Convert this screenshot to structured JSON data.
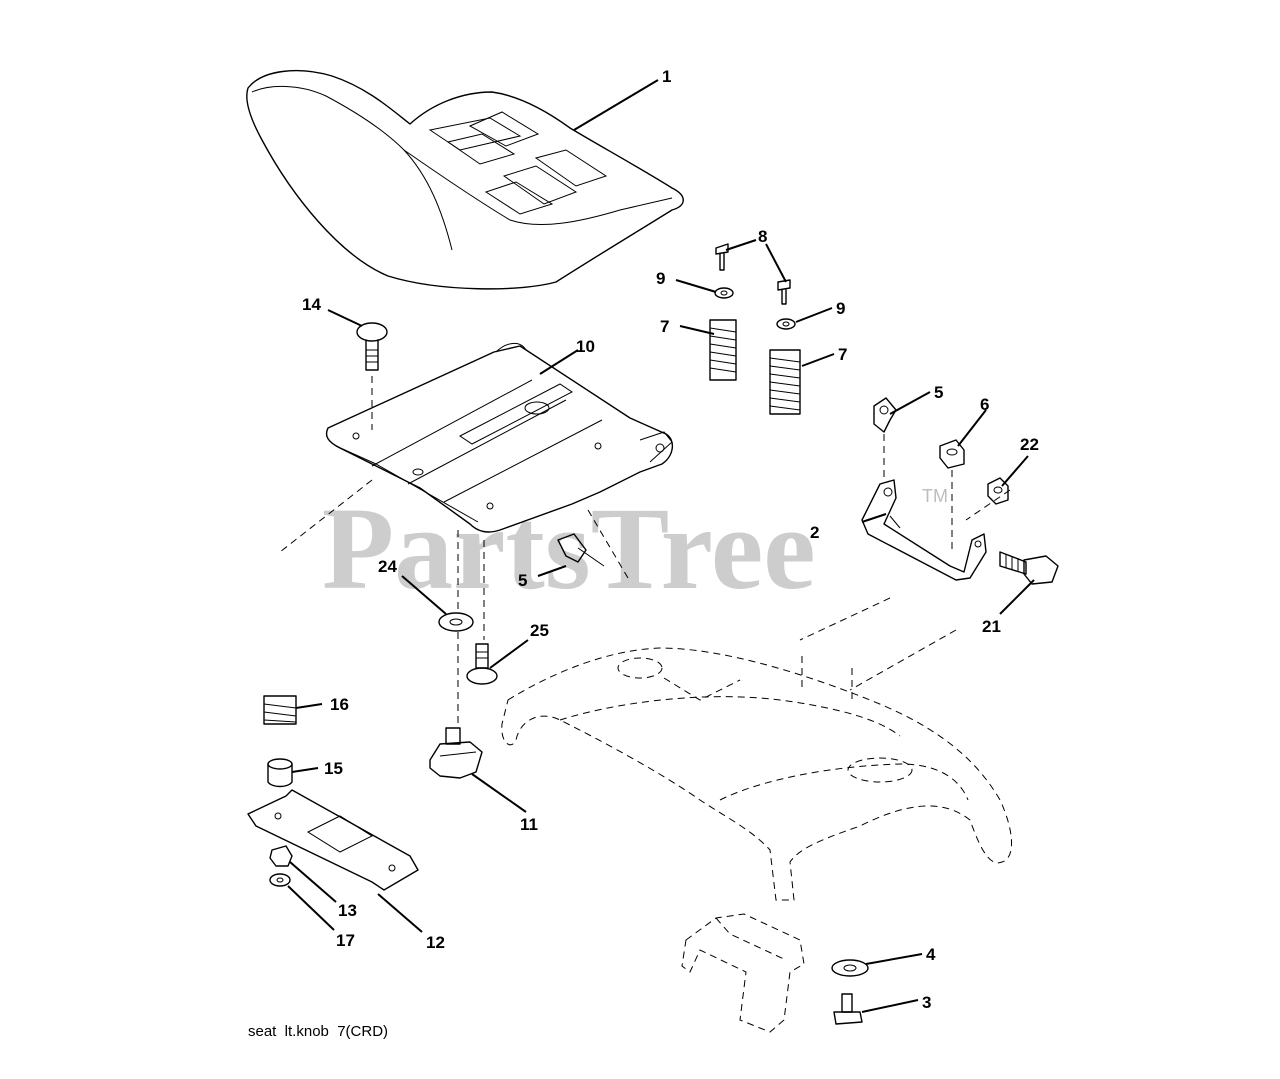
{
  "caption": "seat  lt.knob  7(CRD)",
  "watermark": {
    "text": "PartsTree",
    "tm": "TM"
  },
  "callouts": [
    {
      "id": "1",
      "label": "1"
    },
    {
      "id": "2",
      "label": "2"
    },
    {
      "id": "3",
      "label": "3"
    },
    {
      "id": "4",
      "label": "4"
    },
    {
      "id": "5a",
      "label": "5"
    },
    {
      "id": "5b",
      "label": "5"
    },
    {
      "id": "6",
      "label": "6"
    },
    {
      "id": "7a",
      "label": "7"
    },
    {
      "id": "7b",
      "label": "7"
    },
    {
      "id": "8",
      "label": "8"
    },
    {
      "id": "9a",
      "label": "9"
    },
    {
      "id": "9b",
      "label": "9"
    },
    {
      "id": "10",
      "label": "10"
    },
    {
      "id": "11",
      "label": "11"
    },
    {
      "id": "12",
      "label": "12"
    },
    {
      "id": "13",
      "label": "13"
    },
    {
      "id": "14",
      "label": "14"
    },
    {
      "id": "15",
      "label": "15"
    },
    {
      "id": "16",
      "label": "16"
    },
    {
      "id": "17",
      "label": "17"
    },
    {
      "id": "21",
      "label": "21"
    },
    {
      "id": "22",
      "label": "22"
    },
    {
      "id": "24",
      "label": "24"
    },
    {
      "id": "25",
      "label": "25"
    }
  ]
}
